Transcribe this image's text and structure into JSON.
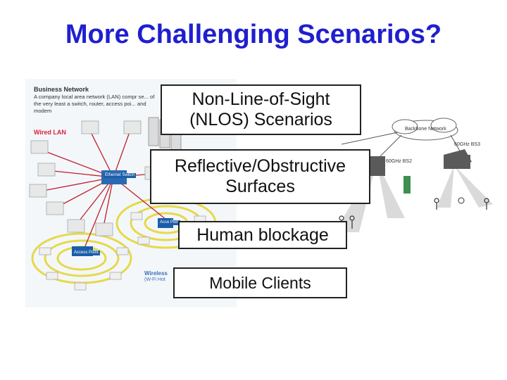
{
  "slide": {
    "title": "More Challenging Scenarios?"
  },
  "left_network": {
    "heading": "Business Network",
    "description": "A company local area network (LAN) compr se... of the very least a switch, router, access poi... and modem",
    "wired_label": "Wired LAN",
    "switch_label": "Ethernet Switch",
    "access_point_label": "Access Point",
    "access_point_label_2": "Acce Poin",
    "wireless_label": "Wireless",
    "wireless_sub": "(W-Fi Hot"
  },
  "right_network": {
    "backbone_label": "Backbone Network",
    "bs3_label": "60GHz BS3",
    "bs2_label": "60GHz BS2"
  },
  "callouts": [
    {
      "line1": "Non-Line-of-Sight",
      "line2": "(NLOS) Scenarios"
    },
    {
      "line1": "Reflective/Obstructive",
      "line2": "Surfaces"
    },
    {
      "line1": "Human blockage"
    },
    {
      "line1": "Mobile Clients"
    }
  ],
  "colors": {
    "title": "#1f1fcf",
    "wired_lines": "#c0202a",
    "wireless_rings": "#e6d94a",
    "building": "#5a5a5a"
  }
}
